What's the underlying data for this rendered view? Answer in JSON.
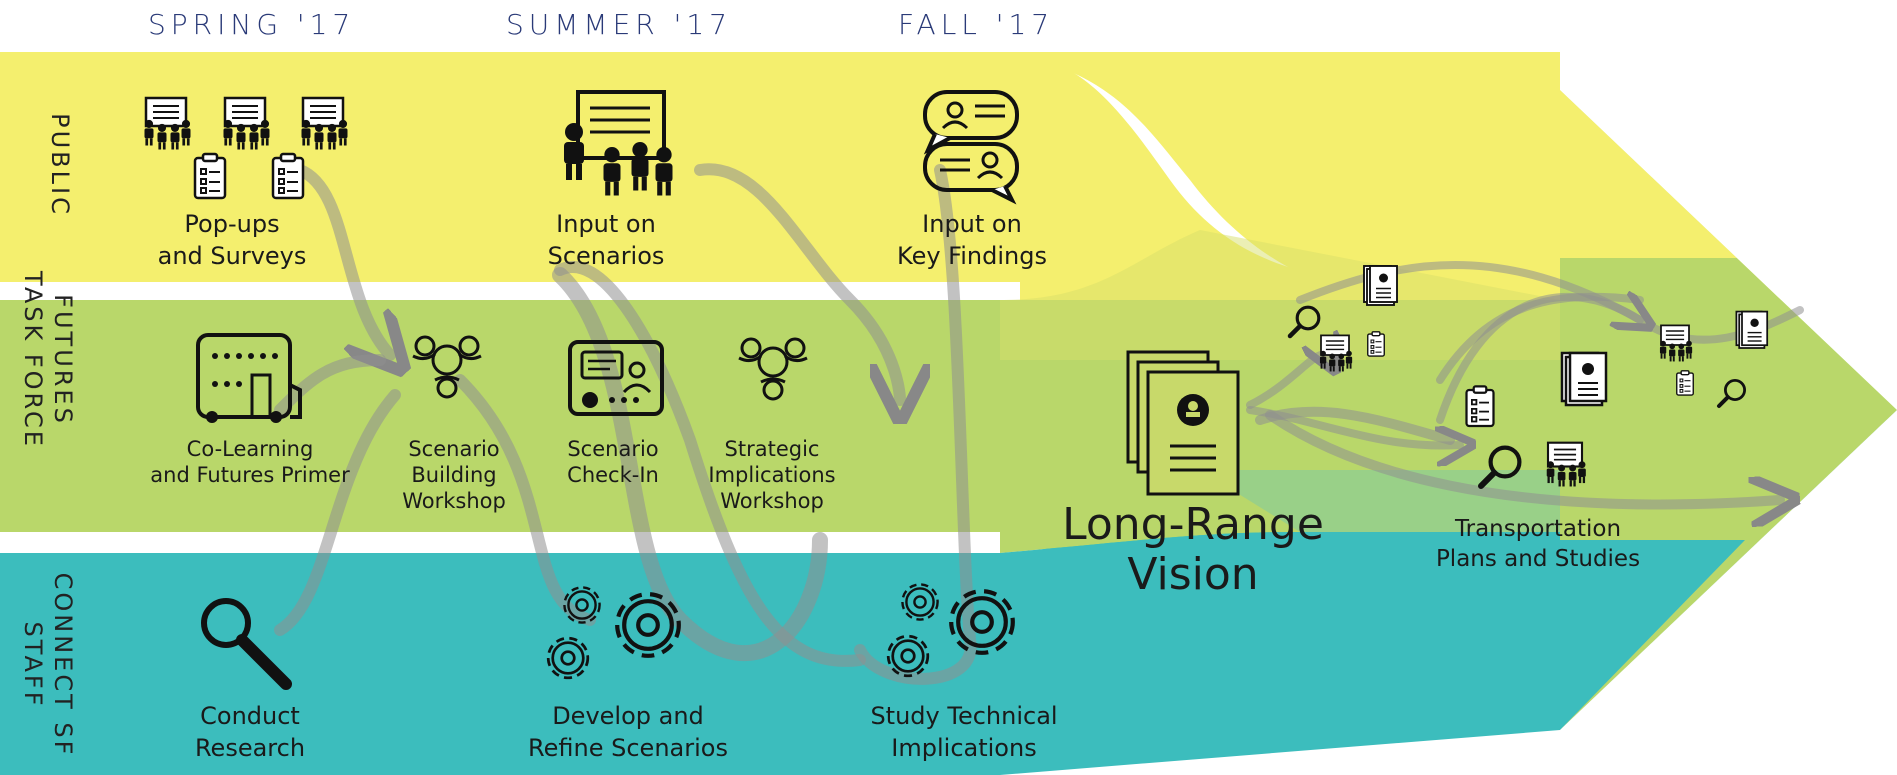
{
  "seasons": [
    "SPRING '17",
    "SUMMER '17",
    "FALL '17"
  ],
  "lanes": {
    "public": "PUBLIC",
    "taskforce": [
      "FUTURES",
      "TASK FORCE"
    ],
    "staff": [
      "CONNECT SF",
      "STAFF"
    ]
  },
  "public_steps": [
    {
      "lines": [
        "Pop-ups",
        "and Surveys"
      ],
      "icon": "groups-and-clipboards-icon"
    },
    {
      "lines": [
        "Input on",
        "Scenarios"
      ],
      "icon": "presentation-audience-icon"
    },
    {
      "lines": [
        "Input on",
        "Key Findings"
      ],
      "icon": "chat-bubbles-icon"
    }
  ],
  "taskforce_steps": [
    {
      "lines": [
        "Co-Learning",
        "and Futures Primer"
      ],
      "icon": "bus-icon"
    },
    {
      "lines": [
        "Scenario",
        "Building",
        "Workshop"
      ],
      "icon": "team-table-icon"
    },
    {
      "lines": [
        "Scenario",
        "Check-In"
      ],
      "icon": "video-call-icon"
    },
    {
      "lines": [
        "Strategic",
        "Implications",
        "Workshop"
      ],
      "icon": "team-table-icon"
    }
  ],
  "staff_steps": [
    {
      "lines": [
        "Conduct",
        "Research"
      ],
      "icon": "magnifier-icon"
    },
    {
      "lines": [
        "Develop and",
        "Refine Scenarios"
      ],
      "icon": "gears-icon"
    },
    {
      "lines": [
        "Study Technical",
        "Implications"
      ],
      "icon": "gears-icon"
    }
  ],
  "vision": {
    "lines": [
      "Long-Range",
      "Vision"
    ],
    "icon": "document-stack-icon"
  },
  "outcome": {
    "lines": [
      "Transportation",
      "Plans and Studies"
    ]
  },
  "colors": {
    "public": "#f4ef6e",
    "taskforce": "#b8d66a",
    "staff": "#3dbfbf",
    "flow": "#8f8f8f",
    "seasons": "#2a3a78"
  }
}
